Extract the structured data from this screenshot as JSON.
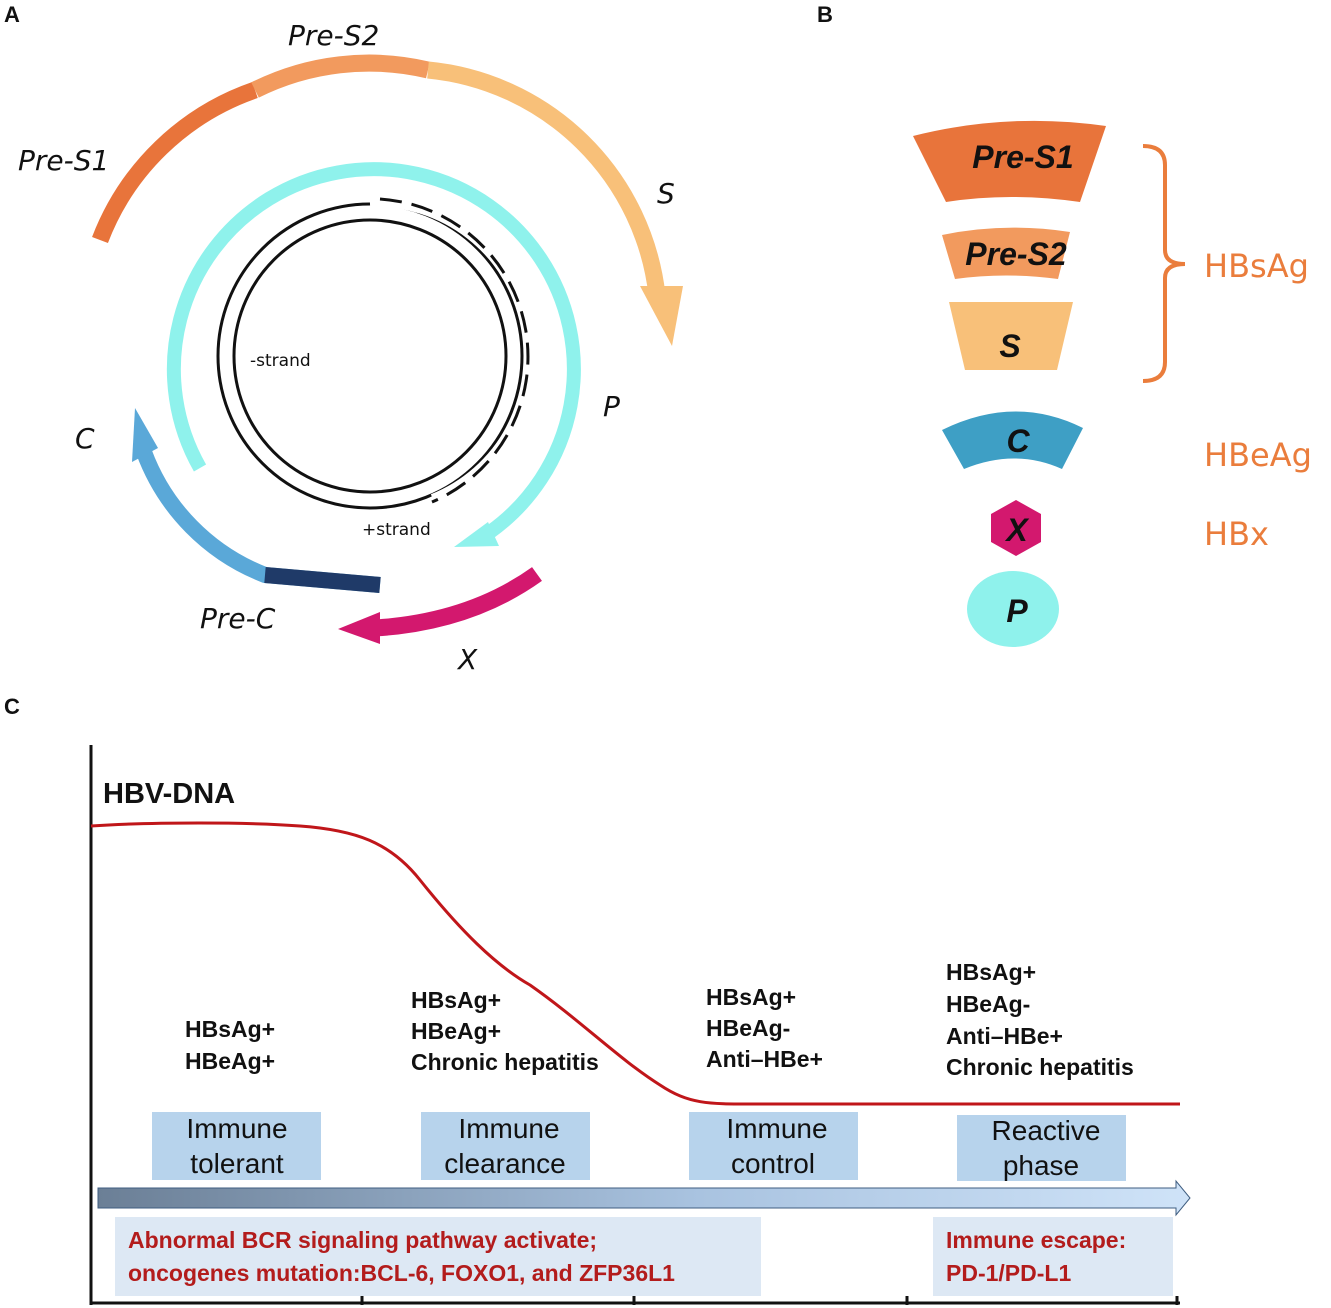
{
  "panels": {
    "a": "A",
    "b": "B",
    "c": "C"
  },
  "genome": {
    "genes": {
      "pre_s1": "Pre-S1",
      "pre_s2": "Pre-S2",
      "s": "S",
      "p": "P",
      "c": "C",
      "pre_c": "Pre-C",
      "x": "X"
    },
    "minus_strand": "-strand",
    "plus_strand": "+strand"
  },
  "proteins": {
    "shapes": [
      "Pre-S1",
      "Pre-S2",
      "S",
      "C",
      "X",
      "P"
    ],
    "hbsag": "HBsAg",
    "hbeag": "HBeAg",
    "hbx": "HBx"
  },
  "timeline": {
    "y_label": "HBV-DNA",
    "phases": [
      {
        "name_lines": [
          "Immune",
          "tolerant"
        ],
        "markers": [
          "HBsAg+",
          "HBeAg+"
        ]
      },
      {
        "name_lines": [
          "Immune",
          "clearance"
        ],
        "markers": [
          "HBsAg+",
          "HBeAg+",
          "Chronic hepatitis"
        ]
      },
      {
        "name_lines": [
          "Immune",
          "control"
        ],
        "markers": [
          "HBsAg+",
          "HBeAg-",
          "Anti–HBe+"
        ]
      },
      {
        "name_lines": [
          "Reactive",
          "phase"
        ],
        "markers": [
          "HBsAg+",
          "HBeAg-",
          "Anti–HBe+",
          "Chronic hepatitis"
        ]
      }
    ],
    "notes": {
      "left": [
        "Abnormal BCR signaling pathway activate;",
        "oncogenes mutation:BCL-6, FOXO1, and ZFP36L1"
      ],
      "right": [
        "Immune escape:",
        "PD-1/PD-L1"
      ]
    }
  },
  "colors": {
    "pre_s1": "#e8743b",
    "pre_s2": "#f29a5e",
    "s": "#f8c079",
    "p": "#8ff2ec",
    "c": "#5aa8d8",
    "pre_c": "#1f3a68",
    "x": "#d3186e",
    "curve": "#c0161a",
    "phase_box": "#b7d3ec",
    "note_box": "#dde8f4",
    "antigen_text": "#ea7d3c"
  }
}
